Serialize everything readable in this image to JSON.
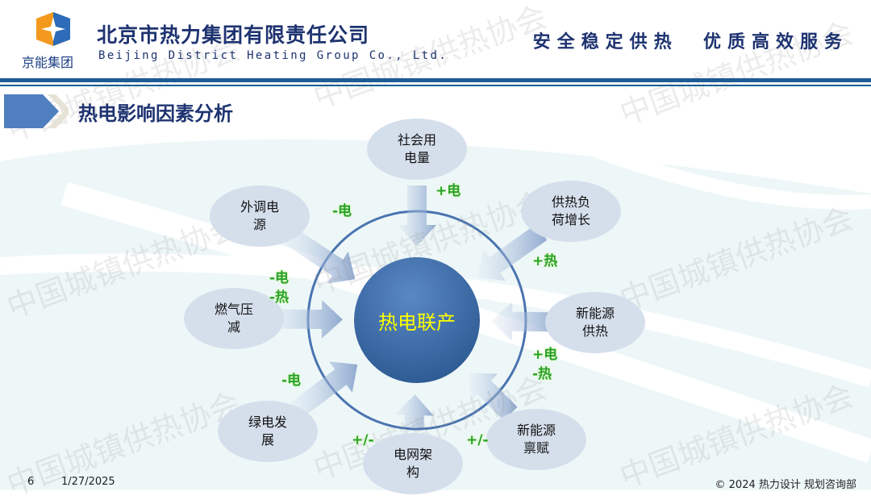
{
  "header": {
    "logo_caption": "京能集团",
    "company_cn": "北京市热力集团有限责任公司",
    "company_en": "Beijing District Heating Group Co., Ltd.",
    "slogan": "安全稳定供热  优质高效服务"
  },
  "section_title": "热电影响因素分析",
  "diagram": {
    "center": "热电联产",
    "nodes": [
      {
        "id": "social-power",
        "label": "社会用电量"
      },
      {
        "id": "heat-load",
        "label": "供热负荷增长"
      },
      {
        "id": "new-energy-heat",
        "label": "新能源供热"
      },
      {
        "id": "new-energy-resource",
        "label": "新能源禀赋"
      },
      {
        "id": "grid",
        "label": "电网架构"
      },
      {
        "id": "green-power",
        "label": "绿电发展"
      },
      {
        "id": "gas-reduction",
        "label": "燃气压减"
      },
      {
        "id": "external-power",
        "label": "外调电源"
      }
    ],
    "effects": [
      {
        "id": "social-power",
        "text": "+电"
      },
      {
        "id": "external-power",
        "text": "-电"
      },
      {
        "id": "heat-load",
        "text": "+热"
      },
      {
        "id": "gas-reduction",
        "text": "-电\n-热"
      },
      {
        "id": "new-energy-heat",
        "text": "+电\n-热"
      },
      {
        "id": "green-power",
        "text": "-电"
      },
      {
        "id": "grid",
        "text": "+/-"
      },
      {
        "id": "new-energy-resource",
        "text": "+/-"
      }
    ]
  },
  "watermark": "中国城镇供热协会",
  "footer": {
    "page": "6",
    "date": "1/27/2025",
    "copyright": "© 2024 热力设计  规划咨询部"
  },
  "colors": {
    "primary": "#1e3370",
    "accent": "#2aa02a",
    "center_text": "#ffff00"
  }
}
